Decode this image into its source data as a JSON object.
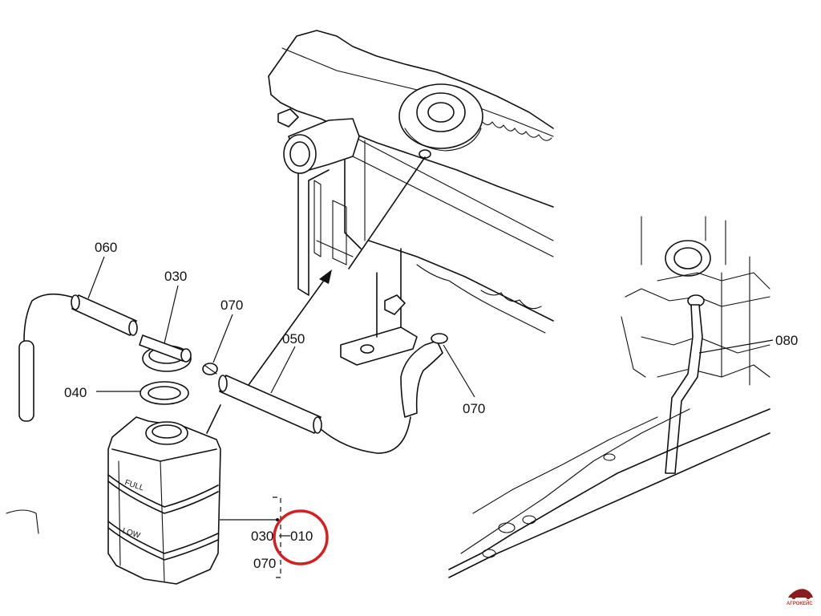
{
  "diagram": {
    "labels": {
      "p060": "060",
      "p030_top": "030",
      "p070_top": "070",
      "p040": "040",
      "p050": "050",
      "p070_right": "070",
      "p080": "080",
      "p030_bottom": "030",
      "p010": "010",
      "p070_bottom": "070"
    },
    "tank_marks": {
      "full": "FULL",
      "low": "LOW"
    },
    "highlight_color": "#d61f1f",
    "line_color": "#111111",
    "watermark": "АГРОКЕЙС"
  }
}
